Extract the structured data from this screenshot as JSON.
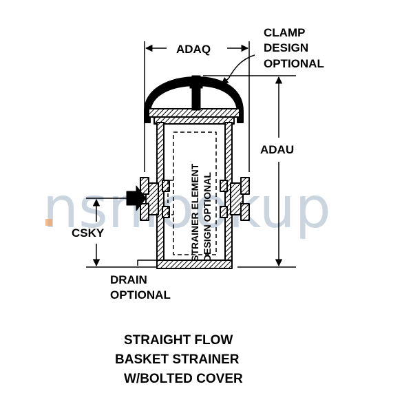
{
  "diagram": {
    "dimensions": {
      "width_label": "ADAQ",
      "height_label": "ADAU",
      "inlet_height_label": "CSKY"
    },
    "callouts": {
      "clamp_line1": "CLAMP",
      "clamp_line2": "DESIGN",
      "clamp_line3": "OPTIONAL",
      "drain_line1": "DRAIN",
      "drain_line2": "OPTIONAL",
      "element_line1": "STRAINER ELEMENT",
      "element_line2": "DESIGN OPTIONAL"
    },
    "caption": {
      "line1": "STRAIGHT FLOW",
      "line2": "BASKET STRAINER",
      "line3": "W/BOLTED COVER"
    },
    "watermark": "nsnlookup",
    "colors": {
      "ink": "#000000",
      "watermark": "#9fb4c8",
      "watermark_accent": "#f0a060"
    }
  }
}
